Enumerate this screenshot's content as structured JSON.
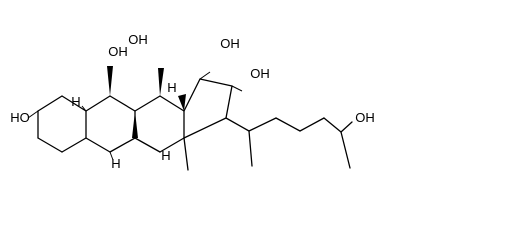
{
  "structure": {
    "atom_labels": {
      "oh_c7": "OH",
      "oh_c6": "OH",
      "oh_c15": "OH",
      "oh_c16": "OH",
      "oh_c3": "HO",
      "oh_c26": "OH",
      "h_c5": "H",
      "h_c9": "H",
      "h_c10": "H",
      "h_c8": "H"
    }
  }
}
